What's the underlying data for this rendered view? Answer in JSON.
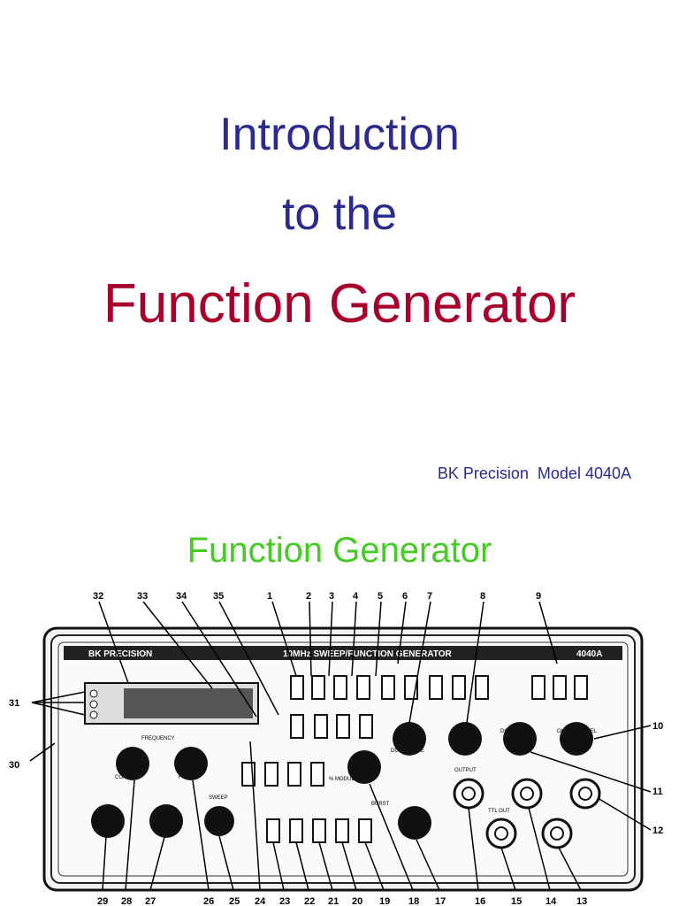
{
  "colors": {
    "title_blue": "#2b2b8f",
    "title_red": "#a8002c",
    "subtitle_blue": "#2b2b8f",
    "green": "#44cc22"
  },
  "slide1": {
    "line1": "Introduction",
    "line2": "to the",
    "line3": "Function Generator",
    "subtitle": "BK Precision  Model 4040A"
  },
  "slide2": {
    "title": "Function Generator",
    "panel": {
      "brand": "BK PRECISION",
      "model_title": "10MHz SWEEP/FUNCTION GENERATOR",
      "model_number": "4040A",
      "frequency_label": "FREQUENCY",
      "sweep_label": "SWEEP",
      "modulation_label": "% MODULATION",
      "burst_label": "BURST",
      "coarse_label": "COARSE",
      "fine_label": "FINE",
      "duty_label": "DUTY CYCLE",
      "offset_label": "DC OFFSET",
      "amplitude_label": "OUTPUT LEVEL",
      "output_label": "OUTPUT",
      "ttl_label": "TTL OUT"
    },
    "callouts_top": [
      "32",
      "33",
      "34",
      "35",
      "1",
      "2",
      "3",
      "4",
      "5",
      "6",
      "7",
      "8",
      "9"
    ],
    "callouts_right": [
      "10",
      "11",
      "12"
    ],
    "callouts_left": [
      "31",
      "30"
    ],
    "callouts_bottom": [
      "29",
      "28",
      "27",
      "26",
      "25",
      "24",
      "23",
      "22",
      "21",
      "20",
      "19",
      "18",
      "17",
      "16",
      "15",
      "14",
      "13"
    ]
  }
}
